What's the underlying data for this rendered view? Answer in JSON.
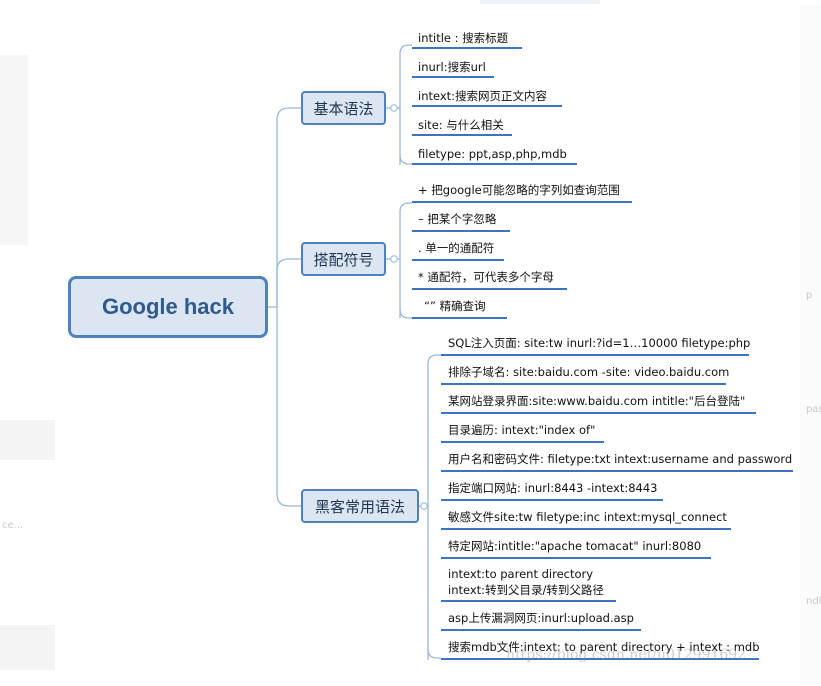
{
  "diagram": {
    "root": "Google hack",
    "branches": [
      {
        "label": "基本语法",
        "items": [
          "intitle : 搜索标题",
          "inurl:搜索url",
          "intext:搜索网页正文内容",
          "site: 与什么相关",
          "filetype: ppt,asp,php,mdb"
        ]
      },
      {
        "label": "搭配符号",
        "items": [
          "+ 把google可能忽略的字列如查询范围",
          "– 把某个字忽略",
          ". 单一的通配符",
          "* 通配符，可代表多个字母",
          "“”  精确查询"
        ]
      },
      {
        "label": "黑客常用语法",
        "items": [
          "SQL注入页面: site:tw inurl:?id=1…10000 filetype:php",
          "排除子域名: site:baidu.com -site: video.baidu.com",
          "某网站登录界面:site:www.baidu.com intitle:\"后台登陆\"",
          "目录遍历: intext:\"index of\"",
          "用户名和密码文件: filetype:txt intext:username and password",
          "指定端口网站: inurl:8443 -intext:8443",
          "敏感文件site:tw filetype:inc intext:mysql_connect",
          "特定网站:intitle:\"apache tomacat\" inurl:8080",
          "intext:to parent directory\nintext:转到父目录/转到父路径",
          "asp上传漏洞网页:inurl:upload.asp",
          "搜索mdb文件:intext: to parent directory + intext : mdb"
        ]
      }
    ]
  },
  "watermark": "https://blog.csdn.net/u012991692",
  "side_fragments": [
    "ce...",
    "p",
    "pas",
    "ndl"
  ],
  "colors": {
    "line": "#3c74c4",
    "connector": "#9bb7d8",
    "node_fill": "#dce6f3",
    "node_border": "#4f81bd",
    "root_text": "#2e5a8c"
  }
}
